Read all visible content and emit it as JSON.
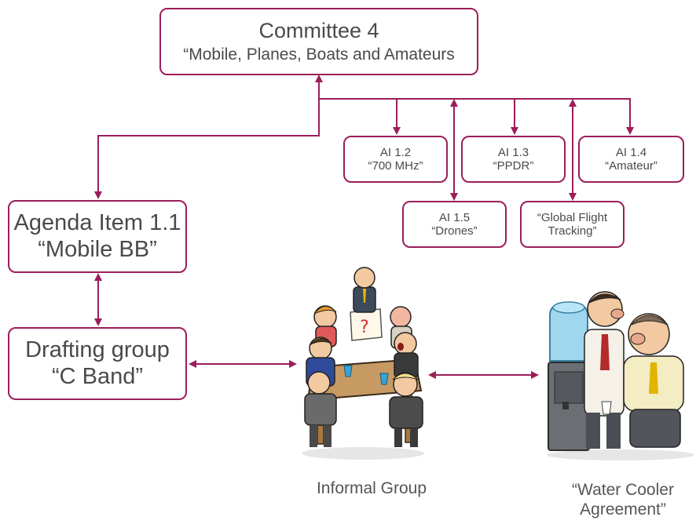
{
  "committee": {
    "line1": "Committee 4",
    "line2": "“Mobile, Planes, Boats and Amateurs"
  },
  "agenda_items": {
    "ai12": {
      "line1": "AI 1.2",
      "line2": "“700 MHz”"
    },
    "ai13": {
      "line1": "AI 1.3",
      "line2": "“PPDR”"
    },
    "ai14": {
      "line1": "AI 1.4",
      "line2": "“Amateur”"
    },
    "ai15": {
      "line1": "AI 1.5",
      "line2": "“Drones”"
    },
    "gft": {
      "line1": "“Global Flight",
      "line2": "Tracking”"
    }
  },
  "agenda_item_11": {
    "line1": "Agenda Item 1.1",
    "line2": "“Mobile BB”"
  },
  "drafting_group": {
    "line1": "Drafting group",
    "line2": "“C Band”"
  },
  "informal_group": {
    "label": "Informal Group"
  },
  "water_cooler": {
    "line1": "“Water Cooler",
    "line2": "Agreement”"
  },
  "colors": {
    "accent": "#9b1e5a",
    "text": "#4a4a4a"
  },
  "icons": [
    "meeting-illustration",
    "water-cooler-illustration"
  ]
}
